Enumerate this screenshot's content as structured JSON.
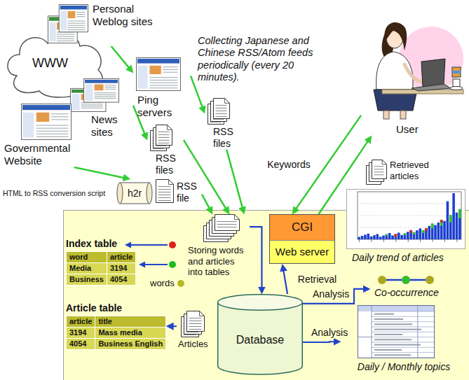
{
  "diagram": {
    "nodes": [
      {
        "text": [
          "WWW"
        ]
      },
      {
        "text": [
          "Personal Weblog sites"
        ]
      },
      {
        "text": [
          "Ping servers"
        ]
      },
      {
        "text": [
          "News sites"
        ]
      },
      {
        "text": [
          "Governmental Website"
        ]
      },
      {
        "text": [
          "RSS files"
        ]
      },
      {
        "text": [
          "RSS files"
        ]
      },
      {
        "text": [
          "User"
        ]
      },
      {
        "text": [
          "HTML to RSS conversion script",
          "h2r"
        ]
      },
      {
        "text": [
          "RSS file"
        ]
      },
      {
        "text": [
          "Retrieved articles"
        ]
      },
      {
        "text": [
          "Daily trend of articles"
        ]
      },
      {
        "text": [
          "Storing words and articles into tables"
        ]
      },
      {
        "text": [
          "CGI",
          "Web server"
        ]
      },
      {
        "text": [
          "Index table",
          "word",
          "article",
          "Media",
          "3194",
          "Business",
          "4054"
        ]
      },
      {
        "text": [
          "Co-occurrence"
        ]
      },
      {
        "text": [
          "Database"
        ]
      },
      {
        "text": [
          "Article table",
          "article",
          "title",
          "3194",
          "Mass media",
          "4054",
          "Business English"
        ]
      },
      {
        "text": [
          "Articles"
        ]
      },
      {
        "text": [
          "Daily / Monthly topics"
        ]
      }
    ],
    "edges": [
      {
        "from": 1,
        "to": 2,
        "arrow": "to"
      },
      {
        "from": 2,
        "to": 6,
        "arrow": "to"
      },
      {
        "from": 3,
        "to": 5,
        "arrow": "to"
      },
      {
        "from": 4,
        "to": 8,
        "arrow": "to"
      },
      {
        "from": 5,
        "to": 12,
        "arrow": "to"
      },
      {
        "from": 6,
        "to": 12,
        "arrow": "to"
      },
      {
        "from": 9,
        "to": 12,
        "arrow": "to"
      },
      {
        "from": 7,
        "to": 13,
        "label": "Keywords",
        "arrow": "to"
      },
      {
        "from": 13,
        "to": 7,
        "arrow": "to"
      },
      {
        "from": 12,
        "to": 16,
        "arrow": "to"
      },
      {
        "from": 16,
        "to": 13,
        "label": "Retrieval",
        "arrow": "to"
      },
      {
        "from": 16,
        "to": 15,
        "label": "Analysis",
        "arrow": "to"
      },
      {
        "from": 16,
        "to": 19,
        "label": "Analysis",
        "arrow": "to"
      },
      {
        "from": 18,
        "to": 17,
        "arrow": "to"
      }
    ],
    "labels": [
      "Collecting Japanese and Chinese RSS/Atom feeds periodically (every 20 minutes).",
      "words"
    ]
  }
}
